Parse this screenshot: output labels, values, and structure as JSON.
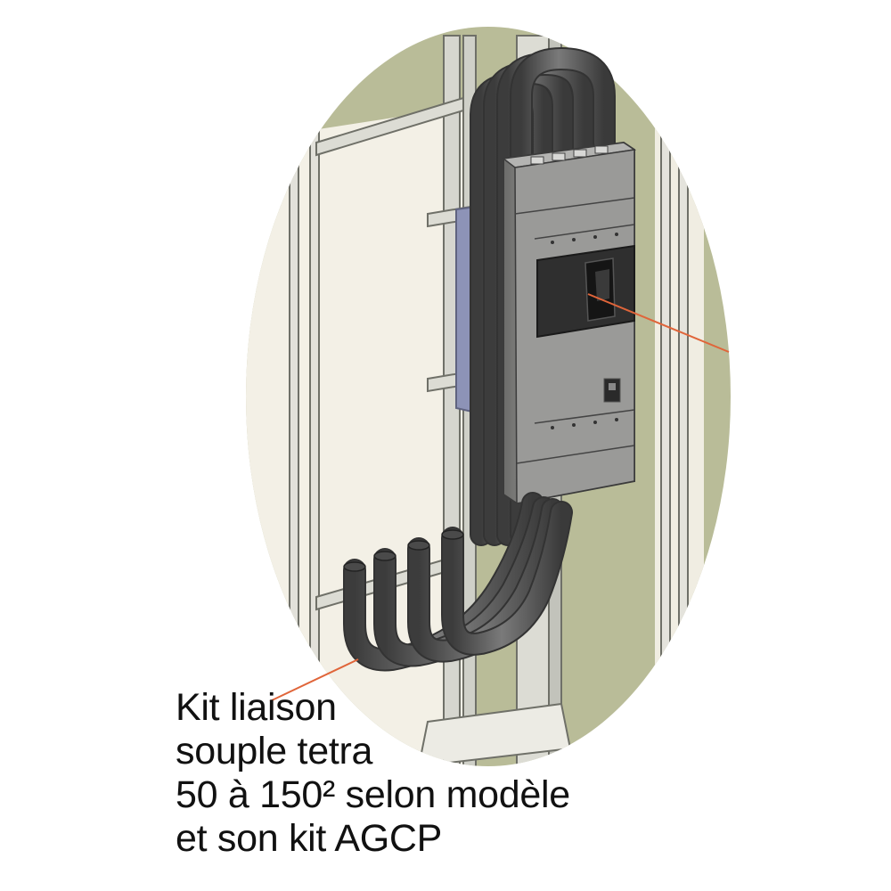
{
  "caption": {
    "lines": [
      "Kit liaison",
      "souple tetra",
      "50 à 150² selon modèle",
      "et son kit AGCP"
    ]
  },
  "colors": {
    "background_oval": "#b9bc98",
    "panel": "#f2efe6",
    "frame_metal": "#c9cbc5",
    "breaker_body": "#8e8e8c",
    "breaker_face": "#2f2f2f",
    "cables": "#5a5a5a",
    "shield_plate": "#8d93b7",
    "leader_line": "#e0653a"
  },
  "icons": [
    "circuit-breaker-drawing",
    "flexible-cables-drawing",
    "mounting-rail-drawing"
  ]
}
